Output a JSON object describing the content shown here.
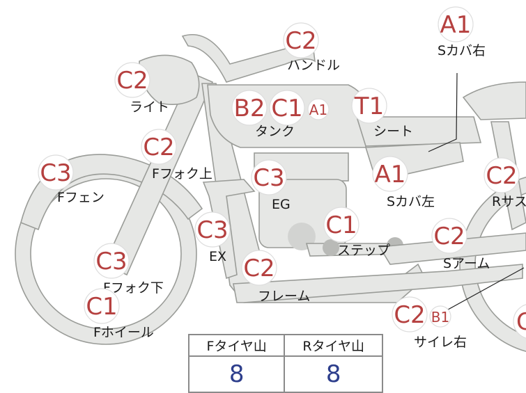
{
  "parts": {
    "handle": {
      "label": "ハンドル",
      "grades": [
        "C2"
      ]
    },
    "light": {
      "label": "ライト",
      "grades": [
        "C2"
      ]
    },
    "tank": {
      "label": "タンク",
      "grades": [
        "B2",
        "C1",
        "A1"
      ]
    },
    "seat": {
      "label": "シート",
      "grades": [
        "T1"
      ]
    },
    "side_cover_right": {
      "label": "Sカバ右",
      "grades": [
        "A1"
      ]
    },
    "side_cover_left": {
      "label": "Sカバ左",
      "grades": [
        "A1"
      ]
    },
    "front_fork_upper": {
      "label": "Fフォク上",
      "grades": [
        "C2"
      ]
    },
    "front_fender": {
      "label": "Fフェン",
      "grades": [
        "C3"
      ]
    },
    "engine": {
      "label": "EG",
      "grades": [
        "C3"
      ]
    },
    "rear_suspension": {
      "label": "Rサス",
      "grades": [
        "C2"
      ]
    },
    "exhaust": {
      "label": "EX",
      "grades": [
        "C3"
      ]
    },
    "step": {
      "label": "ステップ",
      "grades": [
        "C1"
      ]
    },
    "swing_arm": {
      "label": "Sアーム",
      "grades": [
        "C2"
      ]
    },
    "front_fork_lower": {
      "label": "Fフォク下",
      "grades": [
        "C3"
      ]
    },
    "frame": {
      "label": "フレーム",
      "grades": [
        "C2"
      ]
    },
    "front_wheel": {
      "label": "Fホイール",
      "grades": [
        "C1"
      ]
    },
    "side_stand_right": {
      "label": "サイレ右",
      "grades": [
        "C2",
        "B1"
      ]
    },
    "rear_cut": {
      "grades": [
        "C"
      ]
    }
  },
  "tire_table": {
    "headers": [
      "Fタイヤ山",
      "Rタイヤ山"
    ],
    "values": [
      "8",
      "8"
    ]
  },
  "colors": {
    "grade_text": "#b5403f",
    "part_fill": "#e6e7e5",
    "part_stroke": "#9a9c98",
    "table_value": "#2d3e8c"
  }
}
